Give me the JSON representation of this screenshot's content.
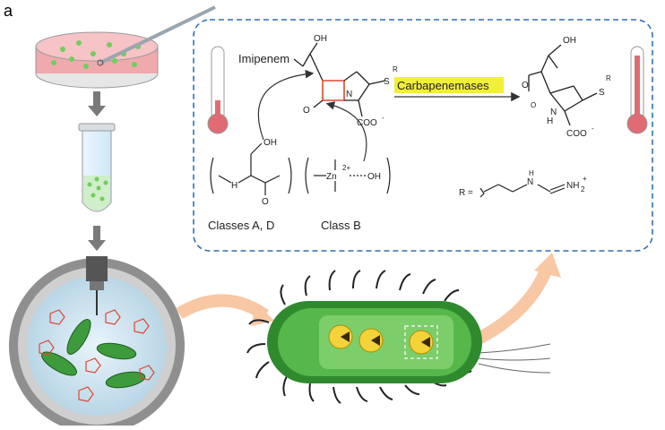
{
  "panel_label": "a",
  "labels": {
    "imipenem": "Imipenem",
    "enzyme": "Carbapenemases",
    "classes_ad": "Classes A, D",
    "class_b": "Class B"
  },
  "chem": {
    "oh": "OH",
    "s": "S",
    "r": "R",
    "n": "N",
    "o": "O",
    "coo": "COO",
    "charge_neg": "-",
    "charge_pos": "+",
    "h": "H",
    "nh": "NH",
    "zn": "Zn",
    "zn_charge": "2+",
    "r_eq": "R =",
    "nh_top": "H",
    "nh2": "NH",
    "sub2": "2"
  },
  "colors": {
    "dash_box": "#2f6fb5",
    "highlight": "#f2ef3a",
    "petri_fill": "#f0a9ad",
    "green": "#3e9b3c",
    "arrow_gray": "#7a7a7a",
    "peach_arrow": "#f8c7a3",
    "thermo_red": "#e06b73"
  },
  "icons": [
    "petri-dish-icon",
    "pipette-icon",
    "test-tube-icon",
    "reactor-icon",
    "bacterium-icon",
    "thermometer-icon"
  ]
}
